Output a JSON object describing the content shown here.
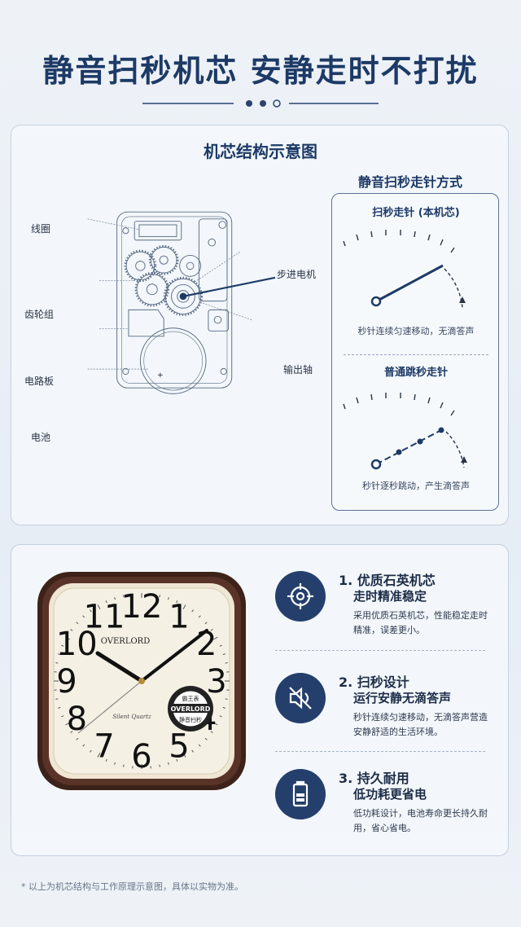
{
  "title": "静音扫秒机芯 安静走时不打扰",
  "panel1": {
    "title": "机芯结构示意图",
    "labels": {
      "coil": "线圈",
      "gears": "齿轮组",
      "circuit": "电路板",
      "battery": "电池",
      "motor": "步进电机",
      "shaft": "输出轴"
    },
    "modes_title": "静音扫秒走针方式",
    "sweep": {
      "head": "扫秒走针 (本机芯)",
      "desc": "秒针连续匀速移动，无滴答声"
    },
    "tick": {
      "head": "普通跳秒走针",
      "desc": "秒针逐秒跳动，产生滴答声"
    }
  },
  "clock": {
    "brand": "OVERLORD",
    "brand_sub": "Silent Quartz",
    "seal_top": "静音扫秒",
    "seal_mid": "OVERLORD",
    "seal_cn": "霸王表",
    "numerals": [
      "12",
      "1",
      "2",
      "3",
      "4",
      "5",
      "6",
      "7",
      "8",
      "9",
      "10",
      "11"
    ]
  },
  "features": [
    {
      "icon": "crosshair-icon",
      "h1": "1. 优质石英机芯",
      "h2": "走时精准稳定",
      "p": "采用优质石英机芯，性能稳定走时精准，误差更小。"
    },
    {
      "icon": "mute-speaker-icon",
      "h1": "2. 扫秒设计",
      "h2": "运行安静无滴答声",
      "p": "秒针连续匀速移动，无滴答声营造安静舒适的生活环境。"
    },
    {
      "icon": "battery-icon",
      "h1": "3. 持久耐用",
      "h2": "低功耗更省电",
      "p": "低功耗设计，电池寿命更长持久耐用，省心省电。"
    }
  ],
  "footnote": "* 以上为机芯结构与工作原理示意图，具体以实物为准。",
  "colors": {
    "navy": "#1d3a66",
    "icon_bg": "#243f6c",
    "frame": "#4a2b22",
    "dial": "#f2ede0"
  }
}
